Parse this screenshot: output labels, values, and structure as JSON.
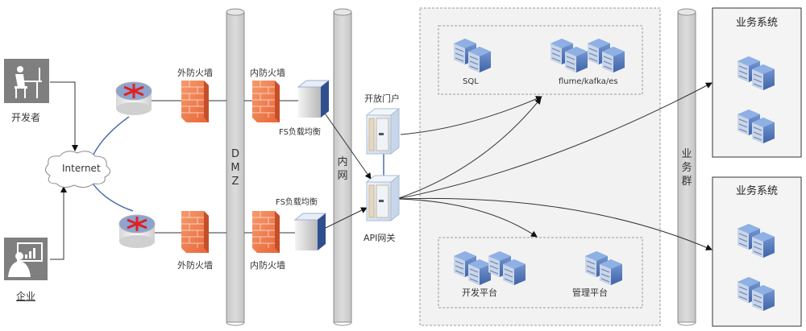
{
  "actors": {
    "developer": {
      "label": "开发者",
      "icon": "developer-at-desk-icon"
    },
    "enterprise": {
      "label": "企业",
      "icon": "presenter-chart-icon"
    }
  },
  "internet": {
    "label": "Internet",
    "icon": "cloud-icon"
  },
  "routers": [
    {
      "name": "router-top",
      "icon": "router-icon"
    },
    {
      "name": "router-bottom",
      "icon": "router-icon"
    }
  ],
  "firewalls": {
    "outer_top": "外防火墙",
    "inner_top": "内防火墙",
    "outer_bottom": "外防火墙",
    "inner_bottom": "内防火墙"
  },
  "load_balancers": {
    "top": "FS负载均衡",
    "bottom": "FS负载均衡"
  },
  "zones": {
    "dmz": [
      "D",
      "M",
      "Z"
    ],
    "intranet": [
      "内",
      "网"
    ],
    "business": [
      "业",
      "务",
      "群"
    ]
  },
  "gateways": {
    "portal": "开放门户",
    "api": "API网关"
  },
  "data_group": {
    "sql": "SQL",
    "stream": "flume/kafka/es"
  },
  "platform_group": {
    "dev": "开发平台",
    "mgmt": "管理平台"
  },
  "business_systems": [
    {
      "title": "业务系统"
    },
    {
      "title": "业务系统"
    }
  ],
  "colors": {
    "pillar_fill": "#d4d4d4",
    "pillar_stroke": "#8c8c8c",
    "icon_gray": "#7f7f7f",
    "server_blue": "#5a80c0",
    "firewall_orange": "#f07a4a",
    "lb_blue": "#2f4f8f",
    "blue_link": "#4f6fa8",
    "panel_bg": "#f2f2f2"
  }
}
